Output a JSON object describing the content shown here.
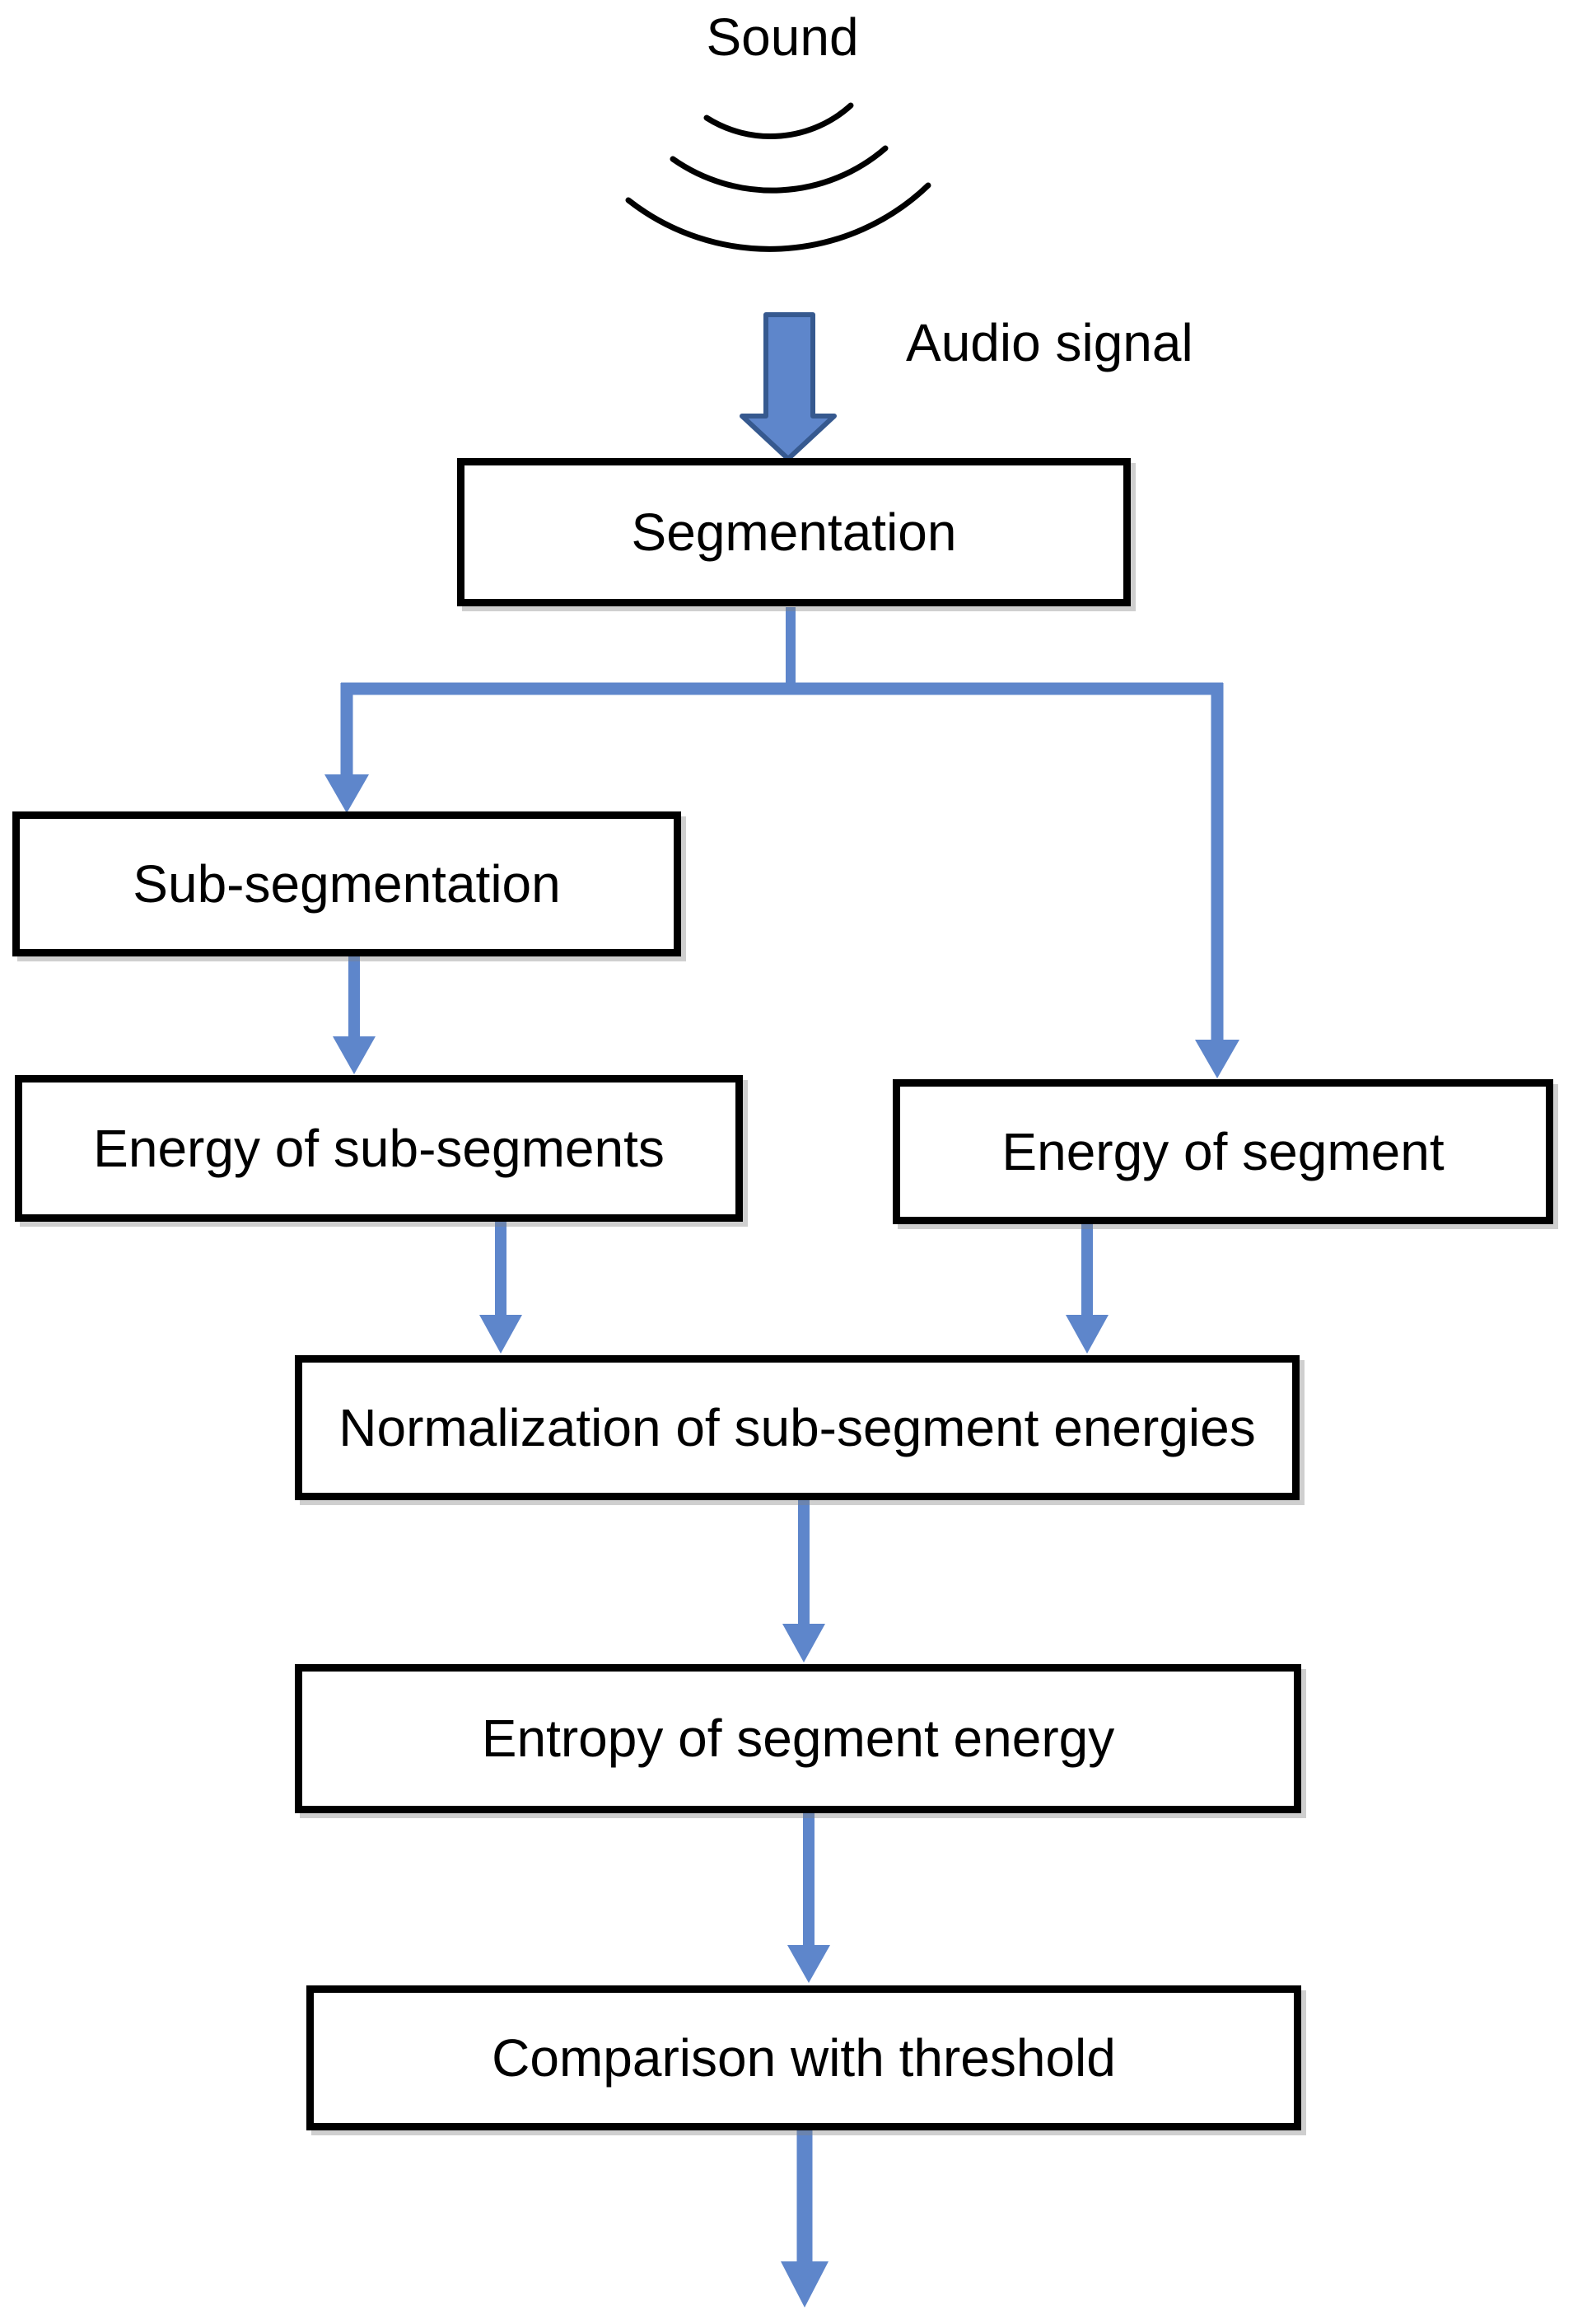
{
  "labels": {
    "sound": "Sound",
    "audio_signal": "Audio signal"
  },
  "nodes": {
    "segmentation": {
      "label": "Segmentation"
    },
    "sub_segmentation": {
      "label": "Sub-segmentation"
    },
    "energy_sub_segments": {
      "label": "Energy of sub-segments"
    },
    "energy_segment": {
      "label": "Energy of segment"
    },
    "normalization": {
      "label": "Normalization of sub-segment energies"
    },
    "entropy": {
      "label": "Entropy of segment energy"
    },
    "comparison": {
      "label": "Comparison with threshold"
    }
  },
  "edges": [
    {
      "from": "sound",
      "to": "segmentation",
      "label": "Audio signal"
    },
    {
      "from": "segmentation",
      "to": "sub_segmentation",
      "label": ""
    },
    {
      "from": "segmentation",
      "to": "energy_segment",
      "label": ""
    },
    {
      "from": "sub_segmentation",
      "to": "energy_sub_segments",
      "label": ""
    },
    {
      "from": "energy_sub_segments",
      "to": "normalization",
      "label": ""
    },
    {
      "from": "energy_segment",
      "to": "normalization",
      "label": ""
    },
    {
      "from": "normalization",
      "to": "entropy",
      "label": ""
    },
    {
      "from": "entropy",
      "to": "comparison",
      "label": ""
    },
    {
      "from": "comparison",
      "to": "output",
      "label": ""
    }
  ],
  "colors": {
    "connector_blue": "#5e86cb",
    "arrow_outline": "#36598f",
    "box_border": "#000000",
    "text_color": "#000000",
    "background": "#ffffff"
  }
}
